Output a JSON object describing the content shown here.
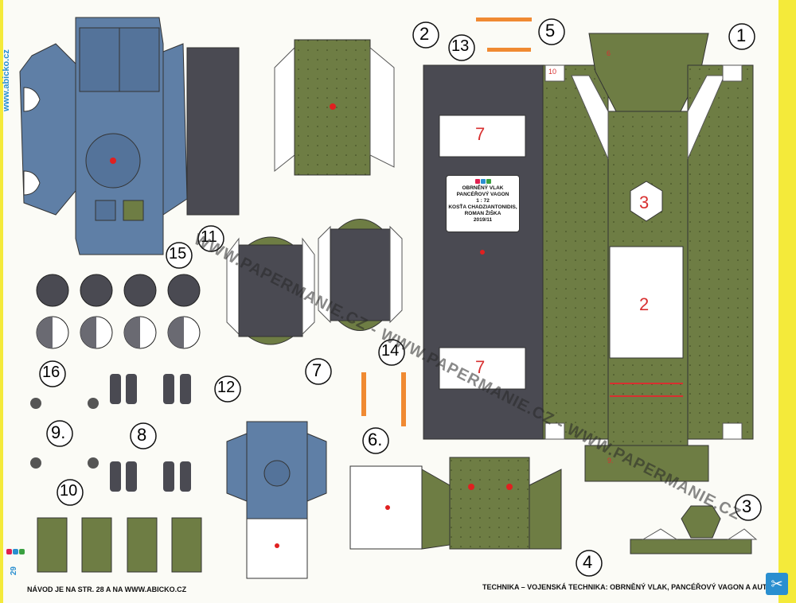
{
  "side_url": "www.abicko.cz",
  "footer": {
    "left": "NÁVOD JE NA STR. 28 A NA WWW.ABICKO.CZ",
    "right": "TECHNIKA – VOJENSKÁ TECHNIKA: OBRNĚNÝ VLAK, PANCÉŘOVÝ VAGON A AUTO",
    "page_number": "29"
  },
  "watermark": "WWW.PAPERMANIE.CZ - WWW.PAPERMANIE.CZ - WWW.PAPERMANIE.CZ",
  "plate": {
    "line1": "OBRNĚNÝ VLAK",
    "line2": "PANCÉŘOVÝ VAGON",
    "line3": "1 : 72",
    "line4": "KOSŤA CHADZIANTONIDIS,",
    "line5": "ROMAN ŽIŠKA",
    "line6": "2019/11"
  },
  "part_numbers": {
    "p1": "1",
    "p2": "2",
    "p3": "3",
    "p4": "4",
    "p5": "5",
    "p6": "6.",
    "p7": "7",
    "p8": "8",
    "p9": "9.",
    "p10": "10",
    "p11": "11",
    "p12": "12",
    "p13": "13",
    "p14": "14",
    "p15": "15",
    "p16": "16"
  },
  "inner_labels": {
    "window7a": "7",
    "window7b": "7",
    "label2": "2",
    "label3": "3",
    "tab10": "10",
    "tab6": "6",
    "tab9": "9."
  },
  "colors": {
    "olive": "#6e7d44",
    "olive_dark": "#56642f",
    "steel_blue": "#5f7fa6",
    "dark_gray": "#4a4a52",
    "orange": "#f08a32",
    "red_dot": "#e02020",
    "brand_blue": "#2a8fd0"
  }
}
